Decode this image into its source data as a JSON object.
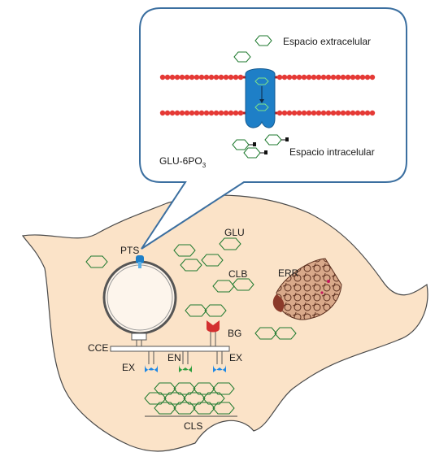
{
  "inset": {
    "top_label": "Espacio extracelular",
    "bottom_label": "Espacio intracelular",
    "molecule_label": "GLU-6PO",
    "molecule_subscript": "3"
  },
  "cell_labels": {
    "pts": "PTS",
    "glu": "GLU",
    "clb": "CLB",
    "err": "ERR",
    "cce": "CCE",
    "bg": "BG",
    "en": "EN",
    "ex_left": "EX",
    "ex_right": "EX",
    "cls": "CLS"
  },
  "colors": {
    "cell_fill": "#fbe3c8",
    "outline": "#4a4a4a",
    "membrane": "#e53935",
    "transporter": "#1e7fc7",
    "hexagon": "#1f7a2f",
    "callout_border": "#3b6fa0",
    "receptor_red": "#d32f2f",
    "receptor_green": "#2e9e3f",
    "receptor_blue": "#1e88e5"
  }
}
